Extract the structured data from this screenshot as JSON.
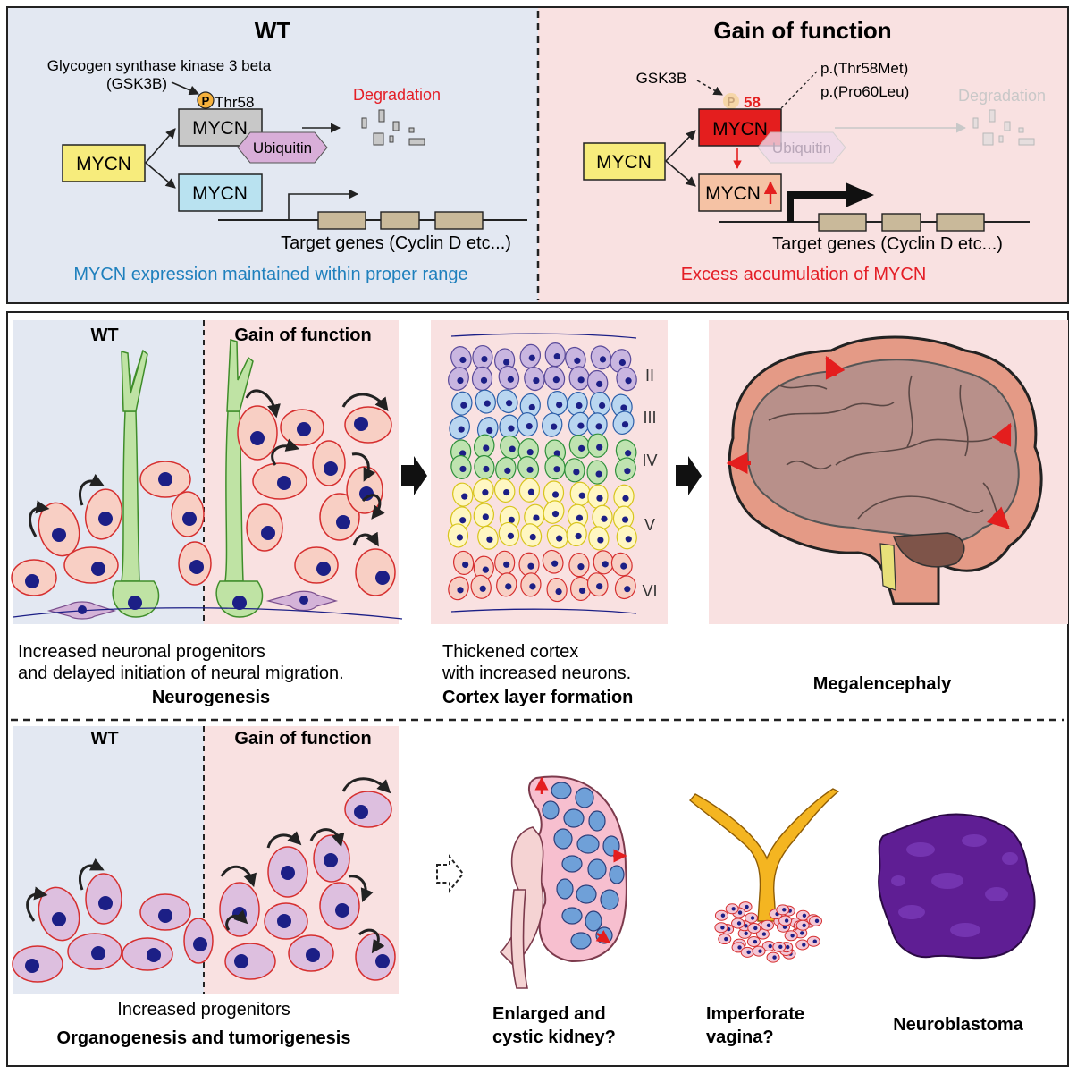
{
  "top": {
    "wt": {
      "title": "WT",
      "gsk_line1": "Glycogen synthase kinase 3 beta",
      "gsk_line2": "(GSK3B)",
      "p_label": "P",
      "thr_label": "Thr58",
      "mycn_input": "MYCN",
      "mycn_top": "MYCN",
      "mycn_bottom": "MYCN",
      "ubiquitin": "Ubiquitin",
      "degradation": "Degradation",
      "target_genes": "Target genes (Cyclin D etc...)",
      "summary": "MYCN expression maintained within proper range"
    },
    "gof": {
      "title": "Gain of function",
      "gsk": "GSK3B",
      "p_label": "P",
      "site_label": "58",
      "mutation1": "p.(Thr58Met)",
      "mutation2": "p.(Pro60Leu)",
      "mycn_input": "MYCN",
      "mycn_top": "MYCN",
      "mycn_bottom": "MYCN",
      "ubiquitin": "Ubiquitin",
      "degradation": "Degradation",
      "target_genes": "Target genes (Cyclin D etc...)",
      "summary": "Excess accumulation of MYCN"
    }
  },
  "middle": {
    "wt_label": "WT",
    "gof_label": "Gain of function",
    "neuro_caption1": "Increased neuronal progenitors",
    "neuro_caption2": "and delayed initiation of neural migration.",
    "neuro_title": "Neurogenesis",
    "cortex_caption1": "Thickened cortex",
    "cortex_caption2": "with increased neurons.",
    "cortex_title": "Cortex layer formation",
    "layers": [
      "II",
      "III",
      "IV",
      "V",
      "VI"
    ],
    "mega_title": "Megalencephaly"
  },
  "bottom": {
    "wt_label": "WT",
    "gof_label": "Gain of function",
    "caption": "Increased progenitors",
    "title": "Organogenesis and tumorigenesis",
    "kidney_line1": "Enlarged and",
    "kidney_line2": "cystic kidney?",
    "vagina_line1": "Imperforate",
    "vagina_line2": "vagina?",
    "neuroblastoma": "Neuroblastoma"
  },
  "colors": {
    "wt_bg": "#e3e8f2",
    "gof_bg": "#f9e1e1",
    "mycn_yellow": "#f7ec7c",
    "mycn_gray": "#c8c8c8",
    "mycn_blue": "#b9e2f0",
    "mycn_red": "#e41e1e",
    "mycn_peach": "#f5c2a4",
    "ubiquitin": "#d8aed8",
    "phospho": "#f5b13d",
    "gene_box": "#c9b99a",
    "summary_blue": "#1f80bd",
    "summary_red": "#e41e26",
    "cell_fill": "#f8cfc4",
    "cell_edge": "#d62f2f",
    "nucleus": "#1c1f86",
    "neuron": "#bfe3a4",
    "brain": "#b8908a",
    "brain_edge": "#e49a86",
    "progenitor": "#ddbfdf",
    "neuroblastoma": "#5f1e94"
  }
}
